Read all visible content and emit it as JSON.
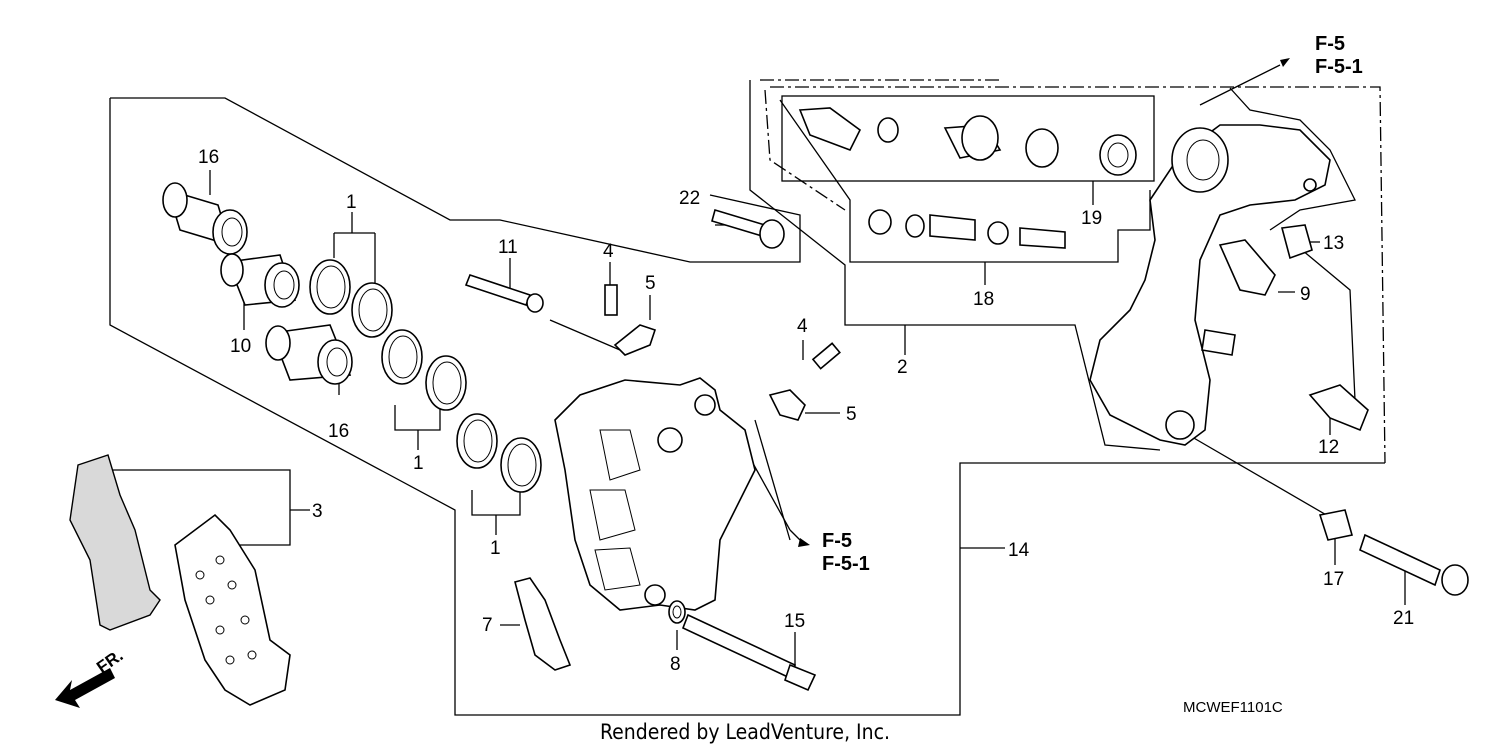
{
  "diagram": {
    "part_numbers": [
      "1",
      "1",
      "1",
      "2",
      "3",
      "4",
      "4",
      "5",
      "5",
      "7",
      "8",
      "9",
      "10",
      "11",
      "12",
      "13",
      "14",
      "15",
      "16",
      "16",
      "17",
      "18",
      "19",
      "21",
      "22"
    ],
    "references": {
      "top_right": [
        "F-5",
        "F-5-1"
      ],
      "center": [
        "F-5",
        "F-5-1"
      ]
    },
    "front_label": "FR.",
    "diagram_code": "MCWEF1101C",
    "credit": "Rendered by LeadVenture, Inc."
  }
}
